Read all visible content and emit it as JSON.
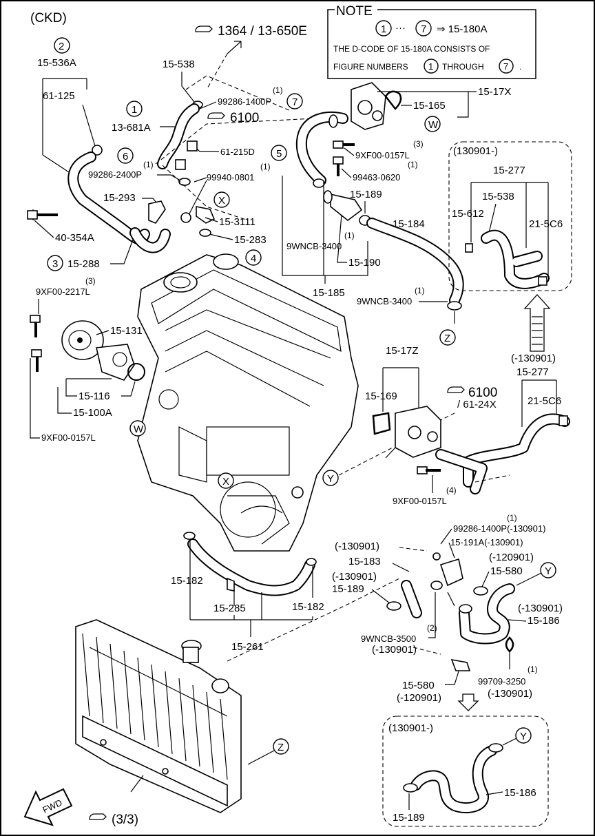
{
  "header": {
    "model": "(CKD)"
  },
  "note": {
    "title": "NOTE",
    "range_start": "1",
    "range_dots": "···",
    "range_end": "7",
    "arrow_target": "⇒ 15-180A",
    "line1": "THE D-CODE OF 15-180A CONSISTS OF",
    "line2_pre": "FIGURE NUMBERS",
    "line2_num1": "1",
    "line2_mid": "THROUGH",
    "line2_num2": "7",
    "line2_end": "."
  },
  "refs": {
    "ref_1364": "1364 / 13-650E",
    "ref_6100_top": "6100",
    "ref_6100_right": "6100",
    "ref_61_24x": "/ 61-24X",
    "ref_3_3": "(3/3)"
  },
  "callouts": {
    "c2": "2",
    "c1": "1",
    "c7": "7",
    "c6": "6",
    "c5": "5",
    "c3": "3",
    "c4": "4",
    "w_top": "W",
    "w_mid": "W",
    "x_top": "X",
    "x_mid": "X",
    "z_top": "Z",
    "z_bot": "Z",
    "y_mid": "Y",
    "y_right": "Y",
    "y_box": "Y"
  },
  "labels": {
    "p15_536a": "15-536A",
    "p61_125": "61-125",
    "p15_538": "15-538",
    "p13_681a": "13-681A",
    "p99286_1400p_qty": "(1)",
    "p99286_1400p": "99286-1400P",
    "p61_215d": "61-215D",
    "p99286_2400p_qty": "(1)",
    "p99286_2400p": "99286-2400P",
    "p99940_0801_qty": "(1)",
    "p99940_0801": "99940-0801",
    "p15_293": "15-293",
    "p40_354a": "40-354A",
    "p15_3111": "15-3111",
    "p15_283": "15-283",
    "p15_288": "15-288",
    "p15_165": "15-165",
    "p15_17x": "15-17X",
    "p9xf00_0157l_a_qty": "(3)",
    "p9xf00_0157l_a": "9XF00-0157L",
    "p99463_0620_qty": "(1)",
    "p99463_0620": "99463-0620",
    "p15_189_a": "15-189",
    "p15_184": "15-184",
    "p9wncb_3400_a_qty": "(1)",
    "p9wncb_3400_a": "9WNCB-3400",
    "p15_190": "15-190",
    "p15_185": "15-185",
    "p9wncb_3400_b_qty": "(1)",
    "p9wncb_3400_b": "9WNCB-3400",
    "p9xf00_2217l_qty": "(3)",
    "p9xf00_2217l": "9XF00-2217L",
    "p15_131": "15-131",
    "p15_116": "15-116",
    "p15_100a": "15-100A",
    "p9xf00_0157l_b": "9XF00-0157L",
    "box1_title": "(130901-)",
    "box1_15_277": "15-277",
    "box1_15_538": "15-538",
    "box1_15_612": "15-612",
    "box1_21_5c6": "21-5C6",
    "p_minus_130901_a": "(-130901)",
    "p15_277": "15-277",
    "p21_5c6": "21-5C6",
    "p15_17z": "15-17Z",
    "p15_169": "15-169",
    "p9xf00_0157l_c_qty": "(4)",
    "p9xf00_0157l_c": "9XF00-0157L",
    "p99286_1400p_b_qty": "(1)",
    "p99286_1400p_b": "99286-1400P(-130901)",
    "p15_191a": "15-191A(-130901)",
    "p_minus_130901_b": "(-130901)",
    "p15_183": "15-183",
    "p_minus_120901_a": "(-120901)",
    "p15_580_a": "15-580",
    "p_minus_130901_c": "(-130901)",
    "p15_189_b": "15-189",
    "p_minus_130901_d": "(-130901)",
    "p15_186_a": "15-186",
    "p9wncb_3500_qty": "(2)",
    "p9wncb_3500": "9WNCB-3500",
    "p_minus_130901_e": "(-130901)",
    "p15_182_a": "15-182",
    "p15_285": "15-285",
    "p15_182_b": "15-182",
    "p15_261": "15-261",
    "p15_580_b": "15-580",
    "p_minus_120901_b": "(-120901)",
    "p99709_3250_qty": "(1)",
    "p99709_3250": "99709-3250",
    "p_minus_130901_f": "(-130901)",
    "box2_title": "(130901-)",
    "box2_15_186": "15-186",
    "box2_15_189": "15-189",
    "fwd": "FWD"
  }
}
